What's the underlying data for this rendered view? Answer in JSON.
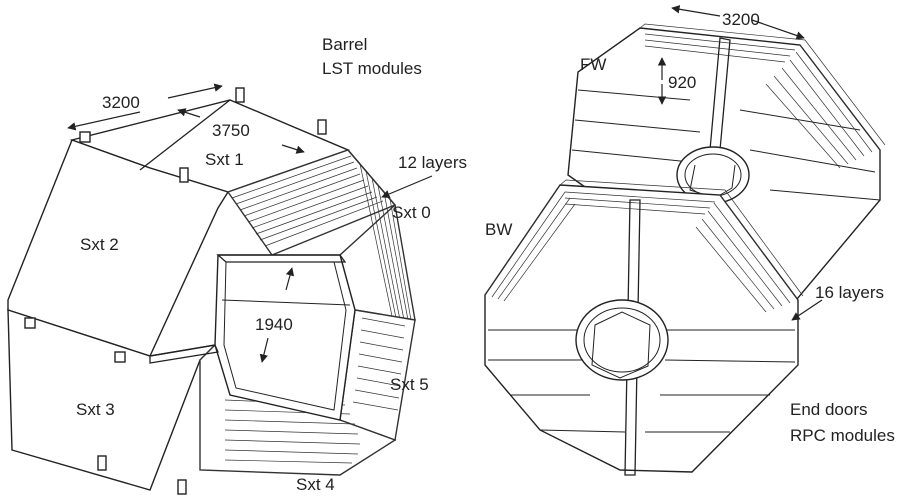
{
  "barrel": {
    "title_line1": "Barrel",
    "title_line2": "LST modules",
    "dim_length": "3200",
    "dim_width": "3750",
    "dim_inner": "1940",
    "layers": "12 layers",
    "sextants": [
      "Sxt 0",
      "Sxt 1",
      "Sxt 2",
      "Sxt 3",
      "Sxt 4",
      "Sxt 5"
    ]
  },
  "endcap": {
    "forward_label": "FW",
    "backward_label": "BW",
    "dim_length": "3200",
    "dim_gap": "920",
    "layers": "16 layers",
    "title_line1": "End doors",
    "title_line2": "RPC modules"
  }
}
